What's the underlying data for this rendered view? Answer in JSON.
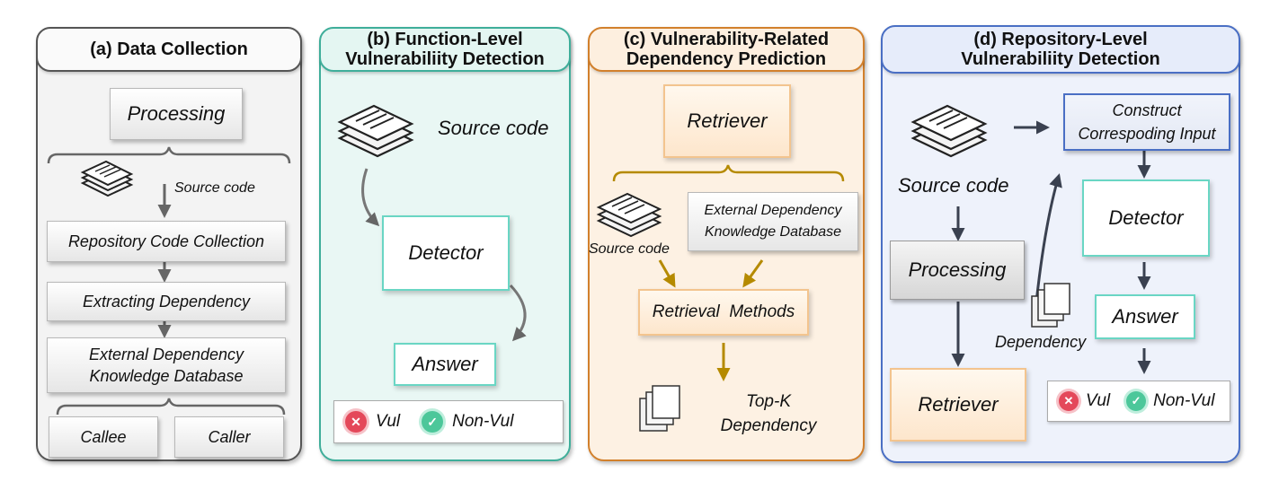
{
  "panel_a": {
    "title": "(a) Data Collection",
    "processing": "Processing",
    "source_code": "Source code",
    "repo_collection": "Repository Code Collection",
    "extracting": "Extracting Dependency",
    "kb_line1": "External Dependency",
    "kb_line2": "Knowledge Database",
    "callee": "Callee",
    "caller": "Caller"
  },
  "panel_b": {
    "title_line1": "(b) Function-Level",
    "title_line2": "Vulnerabiliity Detection",
    "source_code": "Source code",
    "detector": "Detector",
    "answer": "Answer",
    "vul": "Vul",
    "nonvul": "Non-Vul"
  },
  "panel_c": {
    "title_line1": "(c) Vulnerability-Related",
    "title_line2": "Dependency Prediction",
    "retriever": "Retriever",
    "source_code": "Source code",
    "kb_line1": "External Dependency",
    "kb_line2": "Knowledge Database",
    "retrieval_methods": "Retrieval  Methods",
    "topk_line1": "Top-K",
    "topk_line2": "Dependency"
  },
  "panel_d": {
    "title_line1": "(d) Repository-Level",
    "title_line2": "Vulnerabiliity Detection",
    "construct_line1": "Construct",
    "construct_line2": "Correspoding Input",
    "source_code": "Source code",
    "detector": "Detector",
    "processing": "Processing",
    "dependency": "Dependency",
    "answer": "Answer",
    "retriever": "Retriever",
    "vul": "Vul",
    "nonvul": "Non-Vul"
  },
  "colors": {
    "panel_a_border": "#555555",
    "panel_b_border": "#3fae9a",
    "panel_c_border": "#d2802c",
    "panel_d_border": "#4a6fc4",
    "vul_red": "#e4485a",
    "nonvul_green": "#4cc79a",
    "arrow_gold": "#b58a00",
    "arrow_dark": "#3a4150"
  }
}
